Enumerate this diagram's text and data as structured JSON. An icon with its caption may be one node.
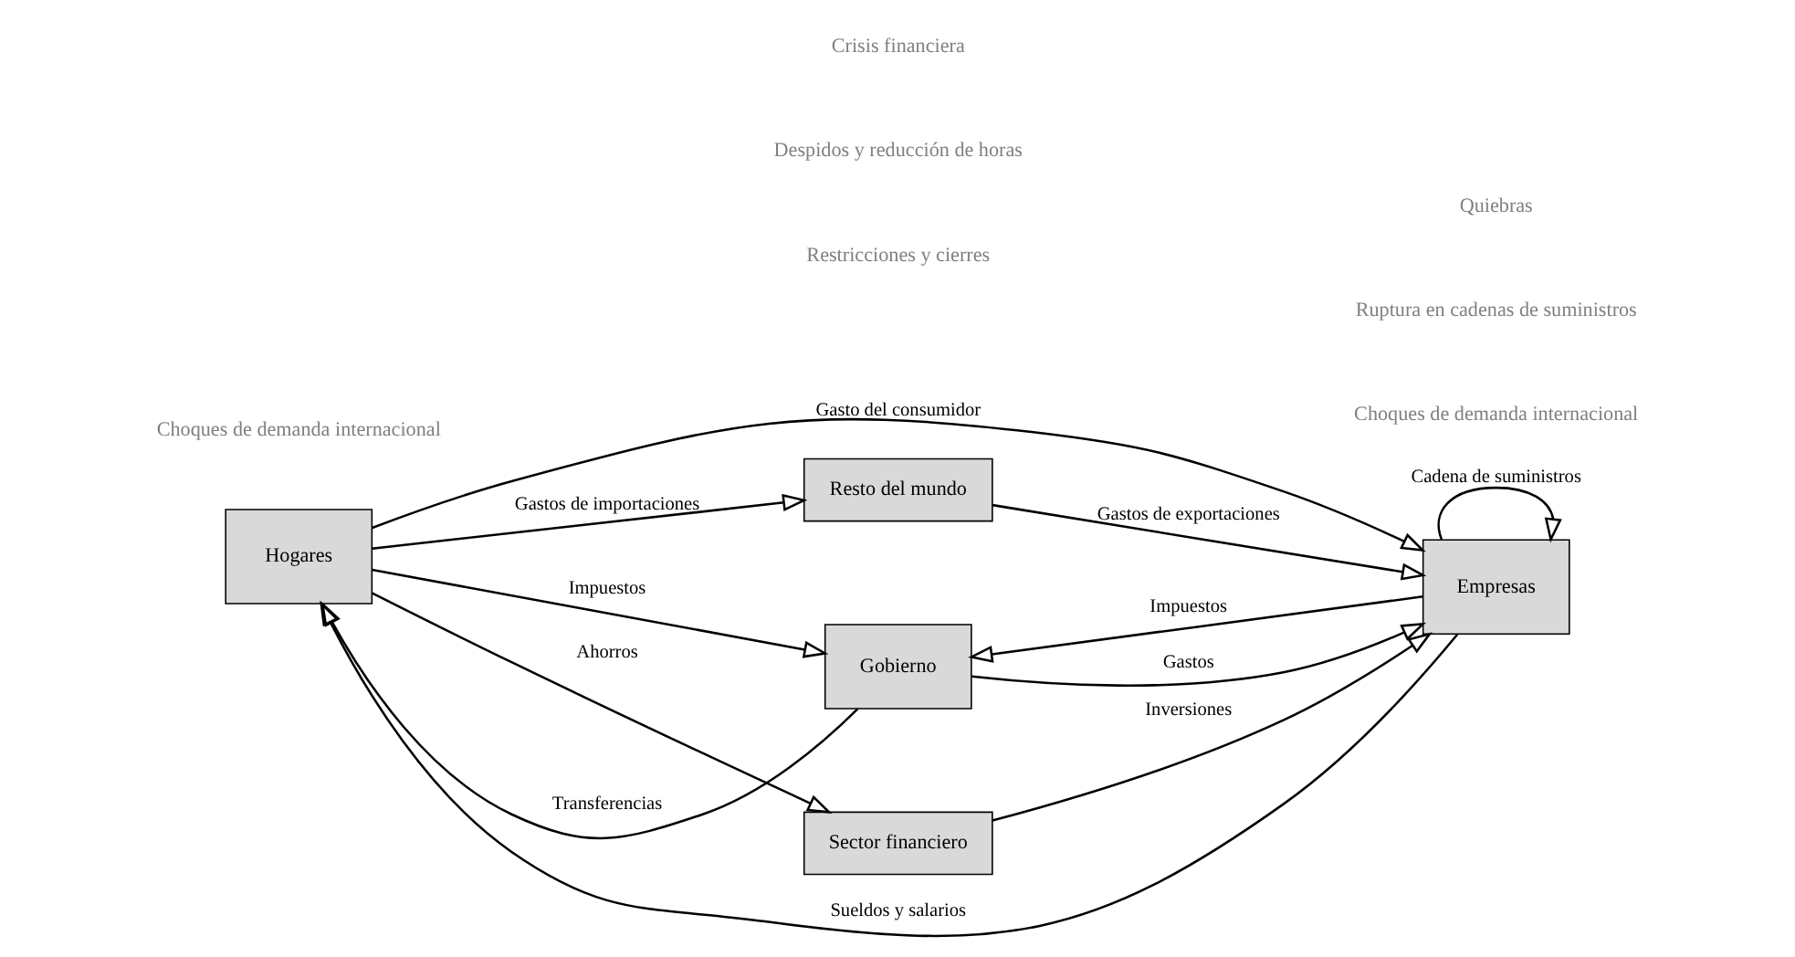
{
  "diagram": {
    "nodes": [
      {
        "text": [
          "Hogares"
        ]
      },
      {
        "text": [
          "Resto del mundo"
        ]
      },
      {
        "text": [
          "Gobierno"
        ]
      },
      {
        "text": [
          "Empresas"
        ]
      },
      {
        "text": [
          "Sector financiero"
        ]
      }
    ],
    "edges": [
      {
        "from": 0,
        "to": 1,
        "arrow": "to",
        "label": "Gastos de importaciones"
      },
      {
        "from": 1,
        "to": 3,
        "arrow": "to",
        "label": "Gastos de exportaciones"
      },
      {
        "from": 0,
        "to": 3,
        "arrow": "to",
        "label": "Gasto del consumidor"
      },
      {
        "from": 0,
        "to": 2,
        "arrow": "to",
        "label": "Impuestos"
      },
      {
        "from": 2,
        "to": 0,
        "arrow": "to",
        "label": "Transferencias"
      },
      {
        "from": 2,
        "to": 3,
        "arrow": "to",
        "label": "Gastos"
      },
      {
        "from": 3,
        "to": 2,
        "arrow": "to",
        "label": "Impuestos"
      },
      {
        "from": 3,
        "to": 0,
        "arrow": "to",
        "label": "Sueldos y salarios"
      },
      {
        "from": 3,
        "to": 3,
        "arrow": "to",
        "label": "Cadena de suministros"
      },
      {
        "from": 0,
        "to": 4,
        "arrow": "to",
        "label": "Ahorros"
      },
      {
        "from": 4,
        "to": 3,
        "arrow": "to",
        "label": "Inversiones"
      }
    ],
    "labels": [
      "Choques de demanda internacional",
      "Choques de demanda internacional",
      "Restricciones y cierres",
      "Ruptura en cadenas de suministros",
      "Despidos y reducción de horas",
      "Quiebras",
      "Crisis financiera"
    ]
  }
}
